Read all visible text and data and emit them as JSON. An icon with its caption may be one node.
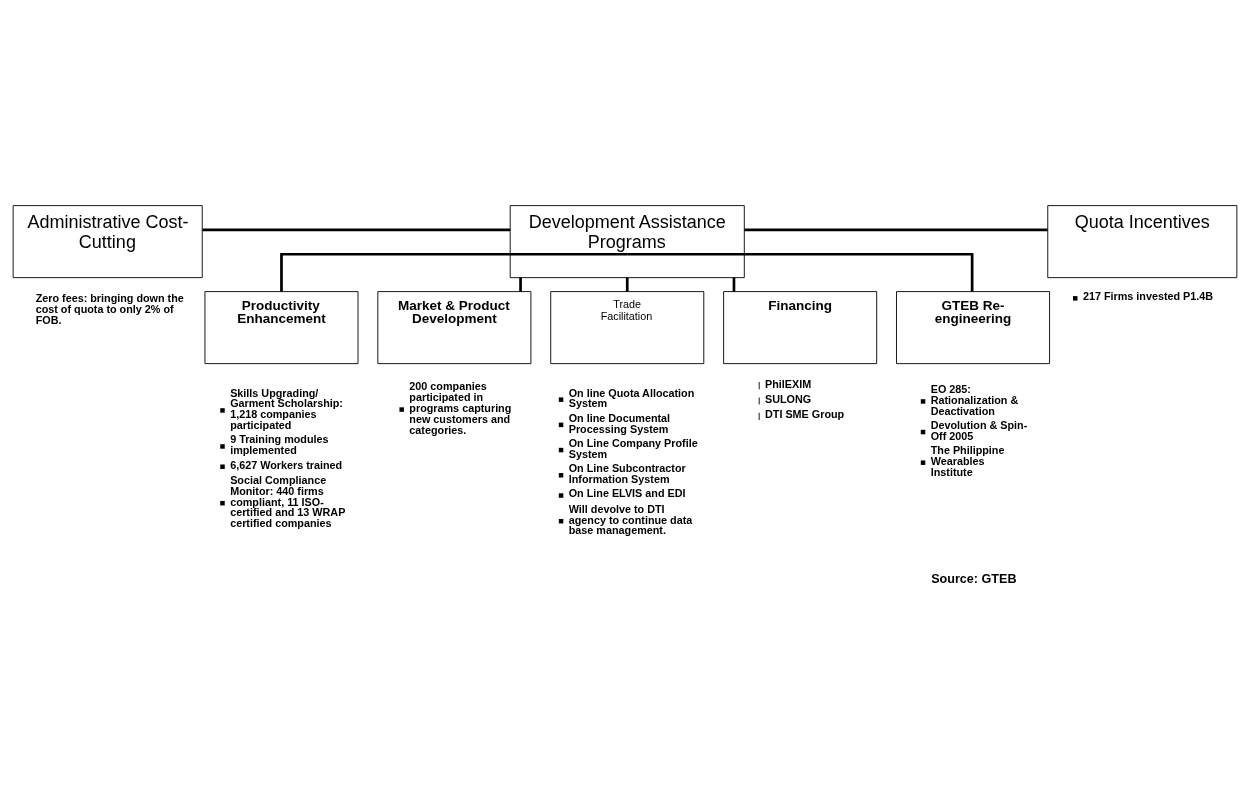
{
  "diagram": {
    "nodes": [
      {
        "text": [
          "Administrative Cost-Cutting"
        ],
        "beside": [
          "Zero fees: bringing down the cost of quota to only 2% of FOB."
        ]
      },
      {
        "text": [
          "Development Assistance Programs"
        ]
      },
      {
        "text": [
          "Quota Incentives"
        ],
        "beside": [
          "217 Firms invested P1.4B"
        ]
      },
      {
        "text": [
          "Productivity Enhancement"
        ],
        "beside": [
          "Skills Upgrading/ Garment Scholarship: 1,218 companies participated",
          "9 Training modules implemented",
          "6,627 Workers trained",
          "Social Compliance Monitor: 440 firms compliant, 11 ISO-certified and 13 WRAP certified companies"
        ]
      },
      {
        "text": [
          "Market & Product Development"
        ],
        "beside": [
          "200 companies participated in programs capturing new customers and categories."
        ]
      },
      {
        "text": [
          "Trade Facilitation"
        ],
        "beside": [
          "On line Quota Allocation System",
          "On line Documental Processing System",
          "On Line Company Profile System",
          "On Line Subcontractor Information System",
          "On Line ELVIS and EDI",
          "Will devolve to DTI agency to continue data base management."
        ]
      },
      {
        "text": [
          "Financing"
        ],
        "beside": [
          "PhilEXIM",
          "SULONG",
          "DTI SME Group"
        ]
      },
      {
        "text": [
          "GTEB Re-engineering"
        ],
        "beside": [
          "EO 285: Rationalization & Deactivation",
          "Devolution & Spin-Off 2005",
          "The Philippine Wearables Institute"
        ]
      }
    ],
    "edges": [
      {
        "from": 0,
        "to": 1,
        "arrow": "none"
      },
      {
        "from": 1,
        "to": 2,
        "arrow": "none"
      },
      {
        "from": 1,
        "to": 3,
        "arrow": "none"
      },
      {
        "from": 1,
        "to": 4,
        "arrow": "none"
      },
      {
        "from": 1,
        "to": 5,
        "arrow": "none"
      },
      {
        "from": 1,
        "to": 6,
        "arrow": "none"
      },
      {
        "from": 1,
        "to": 7,
        "arrow": "none"
      }
    ],
    "labels": [
      "Source: GTEB"
    ]
  }
}
